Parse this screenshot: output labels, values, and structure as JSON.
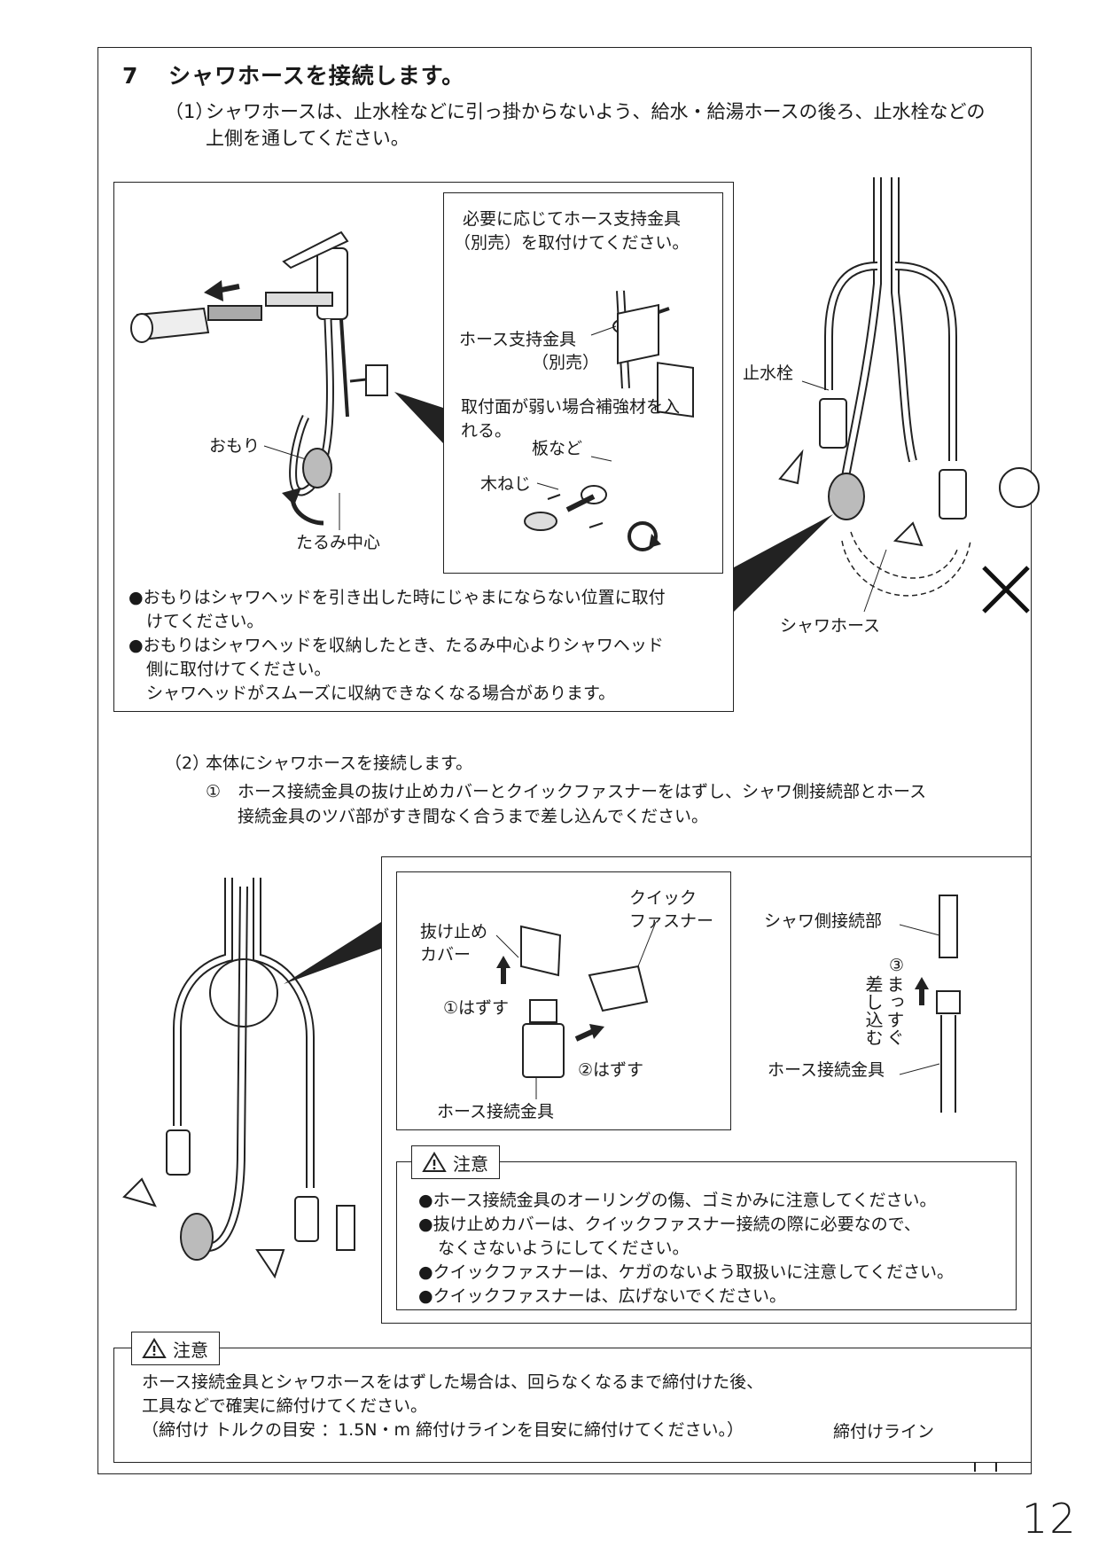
{
  "section": {
    "number": "7",
    "title": "シャワホースを接続します。"
  },
  "step1": {
    "label": "（1）",
    "text_line1": "シャワホースは、止水栓などに引っ掛からないよう、給水・給湯ホースの後ろ、止水栓などの",
    "text_line2": "上側を通してください。"
  },
  "figure1": {
    "omori": "おもり",
    "tarumi": "たるみ中心",
    "inset_line1": "必要に応じてホース支持金具",
    "inset_line2": "（別売）を取付けてください。",
    "bracket_line1": "ホース支持金具",
    "bracket_line2": "（別売）",
    "weak_line1": "取付面が弱い場合補強材を入",
    "weak_line2": "れる。",
    "board": "板など",
    "screw": "木ねじ",
    "note1_line1": "●おもりはシャワヘッドを引き出した時にじゃまにならない位置に取付",
    "note1_line2": "けてください。",
    "note2_line1": "●おもりはシャワヘッドを収納したとき、たるみ中心よりシャワヘッド",
    "note2_line2": "側に取付けてください。",
    "note2_line3": "シャワヘッドがスムーズに収納できなくなる場合があります。"
  },
  "figure2": {
    "valve": "止水栓",
    "hose": "シャワホース"
  },
  "step2": {
    "label": "（2）",
    "text": "本体にシャワホースを接続します。",
    "sub_label": "①",
    "sub_line1": "ホース接続金具の抜け止めカバーとクイックファスナーをはずし、シャワ側接続部とホース",
    "sub_line2": "接続金具のツバ部がすき間なく合うまで差し込んでください。"
  },
  "figure3": {
    "cover_line1": "抜け止め",
    "cover_line2": "カバー",
    "quick_line1": "クイック",
    "quick_line2": "ファスナー",
    "remove1": "①はずす",
    "remove2": "②はずす",
    "fitting": "ホース接続金具",
    "shower_side": "シャワ側接続部",
    "insert_num": "③",
    "insert_col1": "まっすぐ",
    "insert_col2": "差し込む",
    "fitting2": "ホース接続金具"
  },
  "caution1": {
    "title": "注意",
    "item1": "●ホース接続金具のオーリングの傷、ゴミかみに注意してください。",
    "item2_line1": "●抜け止めカバーは、クイックファスナー接続の際に必要なので、",
    "item2_line2": "なくさないようにしてください。",
    "item3": "●クイックファスナーは、ケガのないよう取扱いに注意してください。",
    "item4": "●クイックファスナーは、広げないでください。"
  },
  "caution2": {
    "title": "注意",
    "line1": "ホース接続金具とシャワホースをはずした場合は、回らなくなるまで締付けた後、",
    "line2": "工具などで確実に締付けてください。",
    "line3": "（締付け トルクの目安 ：1.5N・m 締付けラインを目安に締付けてください。）",
    "tighten_label": "締付けライン"
  },
  "icons": {
    "warning": "warning-triangle-icon",
    "arrow": "arrow-icon",
    "ng": "cross-mark-icon"
  },
  "page_number": "12"
}
